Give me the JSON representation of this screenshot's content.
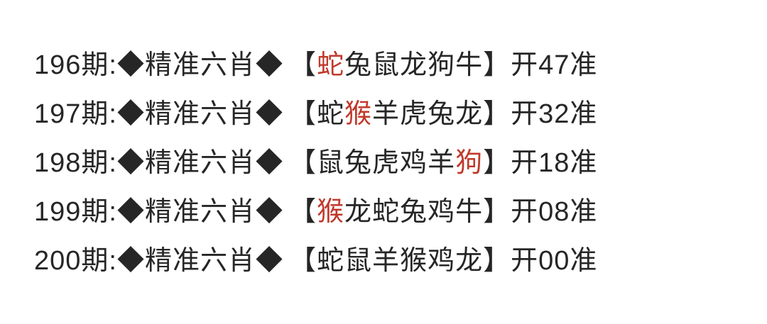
{
  "page": {
    "background": "#ffffff",
    "text_color": "#262626",
    "highlight_color": "#c0392b"
  },
  "rows": [
    {
      "period": "196期:",
      "tag": "◆精准六肖◆",
      "open_bracket": "【",
      "animals": [
        {
          "char": "蛇",
          "highlight": true
        },
        {
          "char": "兔",
          "highlight": false
        },
        {
          "char": "鼠",
          "highlight": false
        },
        {
          "char": "龙",
          "highlight": false
        },
        {
          "char": "狗",
          "highlight": false
        },
        {
          "char": "牛",
          "highlight": false
        }
      ],
      "close_bracket": "】",
      "result": "开47准"
    },
    {
      "period": "197期:",
      "tag": "◆精准六肖◆",
      "open_bracket": "【",
      "animals": [
        {
          "char": "蛇",
          "highlight": false
        },
        {
          "char": "猴",
          "highlight": true
        },
        {
          "char": "羊",
          "highlight": false
        },
        {
          "char": "虎",
          "highlight": false
        },
        {
          "char": "兔",
          "highlight": false
        },
        {
          "char": "龙",
          "highlight": false
        }
      ],
      "close_bracket": "】",
      "result": "开32准"
    },
    {
      "period": "198期:",
      "tag": "◆精准六肖◆",
      "open_bracket": "【",
      "animals": [
        {
          "char": "鼠",
          "highlight": false
        },
        {
          "char": "兔",
          "highlight": false
        },
        {
          "char": "虎",
          "highlight": false
        },
        {
          "char": "鸡",
          "highlight": false
        },
        {
          "char": "羊",
          "highlight": false
        },
        {
          "char": "狗",
          "highlight": true
        }
      ],
      "close_bracket": "】",
      "result": "开18准"
    },
    {
      "period": "199期:",
      "tag": "◆精准六肖◆",
      "open_bracket": "【",
      "animals": [
        {
          "char": "猴",
          "highlight": true
        },
        {
          "char": "龙",
          "highlight": false
        },
        {
          "char": "蛇",
          "highlight": false
        },
        {
          "char": "兔",
          "highlight": false
        },
        {
          "char": "鸡",
          "highlight": false
        },
        {
          "char": "牛",
          "highlight": false
        }
      ],
      "close_bracket": "】",
      "result": "开08准"
    },
    {
      "period": "200期:",
      "tag": "◆精准六肖◆",
      "open_bracket": "【",
      "animals": [
        {
          "char": "蛇",
          "highlight": false
        },
        {
          "char": "鼠",
          "highlight": false
        },
        {
          "char": "羊",
          "highlight": false
        },
        {
          "char": "猴",
          "highlight": false
        },
        {
          "char": "鸡",
          "highlight": false
        },
        {
          "char": "龙",
          "highlight": false
        }
      ],
      "close_bracket": "】",
      "result": "开00准"
    }
  ]
}
